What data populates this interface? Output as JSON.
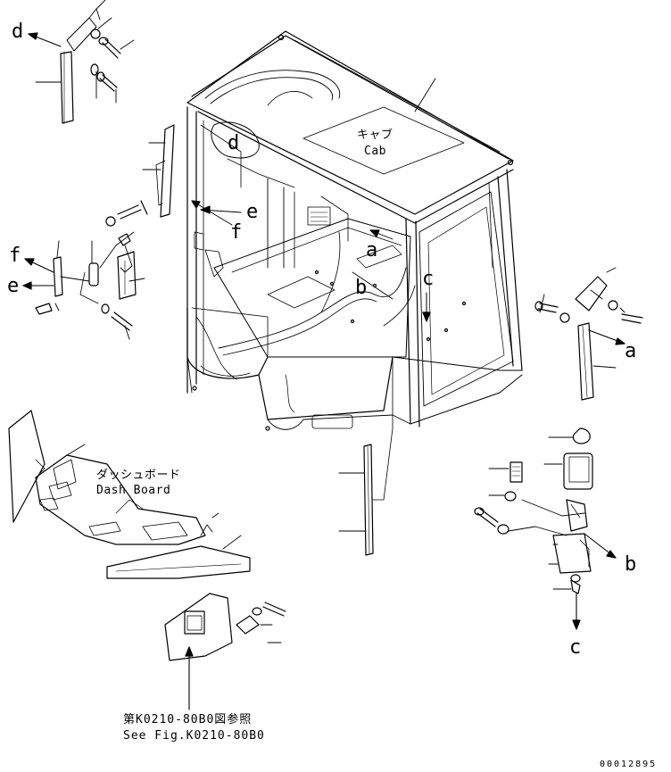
{
  "labels": {
    "cab_jp": "キャブ",
    "cab_en": "Cab",
    "dash_jp": "ダッシュボード",
    "dash_en": "Dash Board",
    "ref_jp": "第K0210-80B0図参照",
    "ref_en": "See Fig.K0210-80B0",
    "part_code": "00012895"
  },
  "callouts": {
    "a_main": "a",
    "a_right": "a",
    "b_main": "b",
    "b_right": "b",
    "c_main": "c",
    "c_bottom": "c",
    "d_top": "d",
    "d_window": "d",
    "e_main": "e",
    "e_left": "e",
    "f_main": "f",
    "f_left": "f"
  }
}
